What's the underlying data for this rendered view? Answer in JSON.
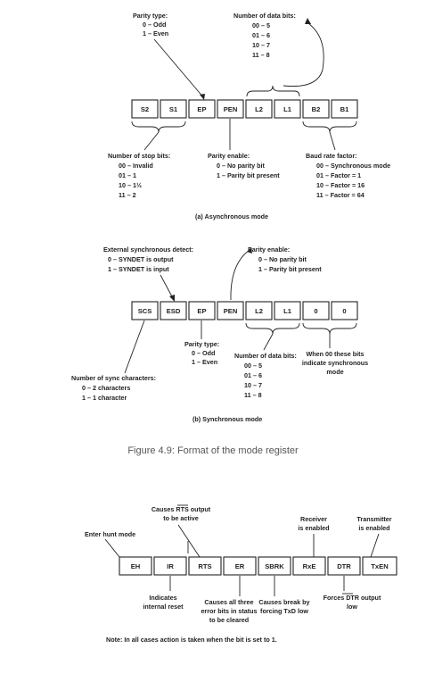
{
  "async": {
    "parity_type": [
      "Parity type:",
      "0 – Odd",
      "1 – Even"
    ],
    "num_data_bits": [
      "Number of data bits:",
      "00 – 5",
      "01 – 6",
      "10 – 7",
      "11 – 8"
    ],
    "bits": [
      "S2",
      "S1",
      "EP",
      "PEN",
      "L2",
      "L1",
      "B2",
      "B1"
    ],
    "stop_bits": [
      "Number of stop bits:",
      "00 – Invalid",
      "01 – 1",
      "10 – 1½",
      "11 – 2"
    ],
    "parity_enable": [
      "Parity enable:",
      "0 – No parity bit",
      "1 – Parity bit present"
    ],
    "baud_rate": [
      "Baud rate factor:",
      "00 – Synchronous mode",
      "01 – Factor = 1",
      "10 – Factor = 16",
      "11 – Factor = 64"
    ],
    "caption": "(a)  Asynchronous mode"
  },
  "sync": {
    "ext_sync": [
      "External synchronous detect:",
      "0 – SYNDET is output",
      "1 – SYNDET is input"
    ],
    "parity_enable": [
      "Parity enable:",
      "0 – No parity bit",
      "1 – Parity bit present"
    ],
    "bits": [
      "SCS",
      "ESD",
      "EP",
      "PEN",
      "L2",
      "L1",
      "0",
      "0"
    ],
    "parity_type": [
      "Parity type:",
      "0 – Odd",
      "1 – Even"
    ],
    "num_data_bits": [
      "Number of data bits:",
      "00 – 5",
      "01 – 6",
      "10 – 7",
      "11 – 8"
    ],
    "sync_note": [
      "When 00 these bits",
      "indicate synchronous",
      "mode"
    ],
    "sync_chars": [
      "Number of sync characters:",
      "0 – 2 characters",
      "1 – 1 character"
    ],
    "caption": "(b)  Synchronous mode"
  },
  "figure_title": "Figure 4.9: Format of the mode register",
  "command": {
    "rts_active": [
      "Causes RTS output",
      "to be active"
    ],
    "hunt": "Enter hunt mode",
    "rx_enabled": [
      "Receiver",
      "is enabled"
    ],
    "tx_enabled": [
      "Transmitter",
      "is enabled"
    ],
    "bits": [
      "EH",
      "IR",
      "RTS",
      "ER",
      "SBRK",
      "RxE",
      "DTR",
      "TxEN"
    ],
    "internal_reset": [
      "Indicates",
      "internal reset"
    ],
    "error_clear": [
      "Causes all three",
      "error bits in status",
      "to be cleared"
    ],
    "send_break": [
      "Causes break by",
      "forcing TxD low"
    ],
    "dtr_low": [
      "Forces DTR output",
      "low"
    ],
    "note": "Note:  In all cases action is taken when the bit is set to 1."
  }
}
